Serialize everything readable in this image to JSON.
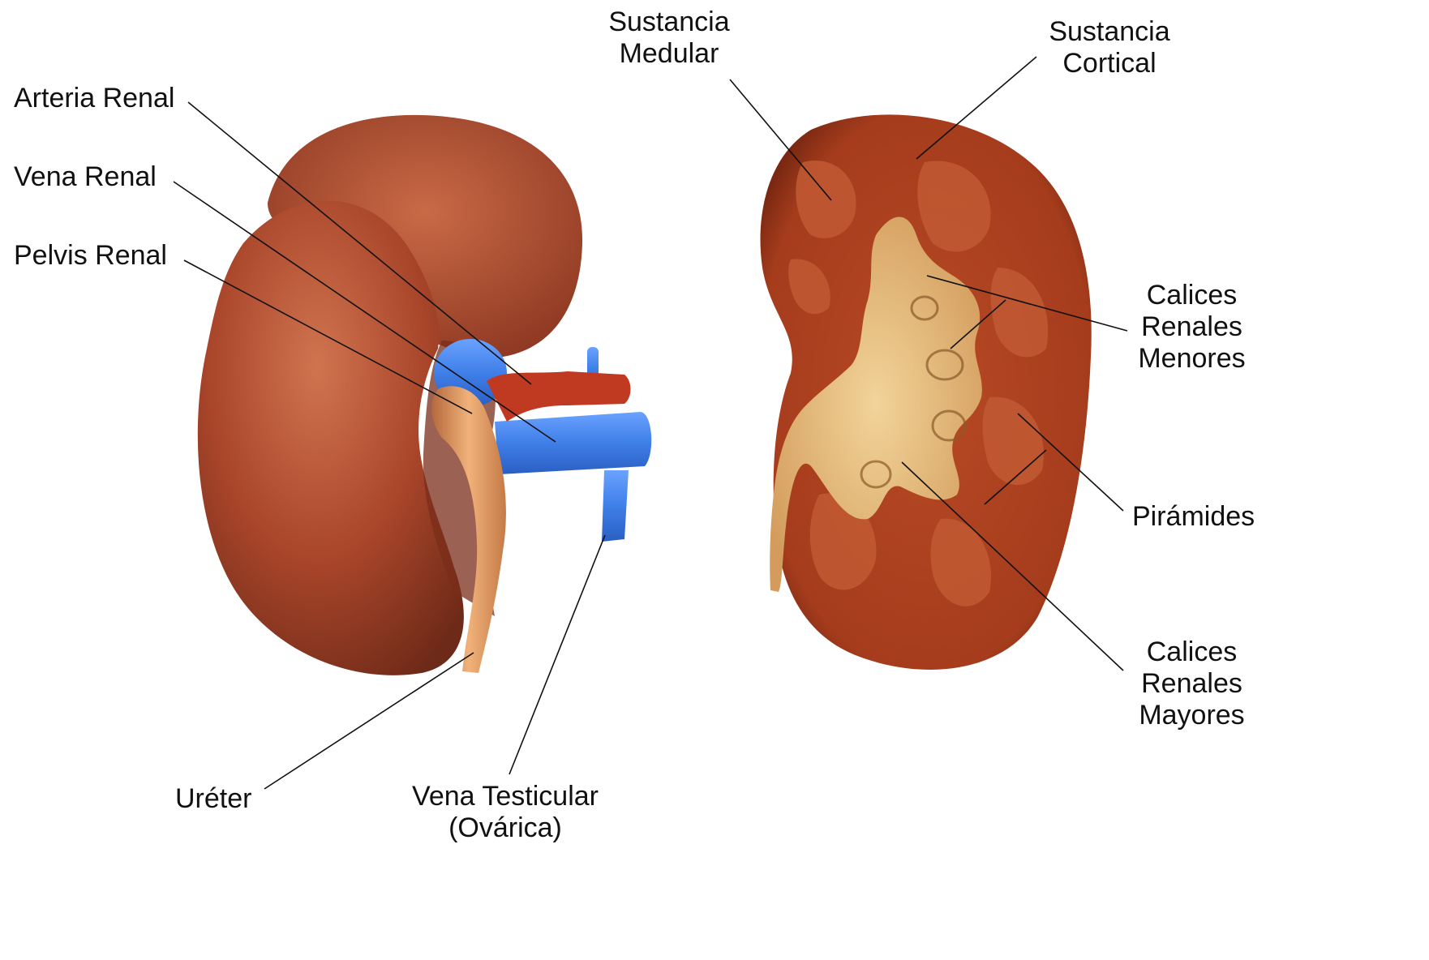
{
  "labels": {
    "arteria_renal": "Arteria Renal",
    "vena_renal": "Vena Renal",
    "pelvis_renal": "Pelvis Renal",
    "ureter": "Uréter",
    "vena_testicular": [
      "Vena Testicular",
      "(Ovárica)"
    ],
    "sustancia_medular": [
      "Sustancia",
      "Medular"
    ],
    "sustancia_cortical": [
      "Sustancia",
      "Cortical"
    ],
    "calices_menores": [
      "Calices",
      "Renales",
      "Menores"
    ],
    "piramides": "Pirámides",
    "calices_mayores": [
      "Calices",
      "Renales",
      "Mayores"
    ]
  },
  "colors": {
    "kidney_surface": "#a8452a",
    "kidney_shadow": "#6e2a18",
    "kidney_highlight": "#d0744f",
    "vein": "#3f7fe8",
    "artery": "#c03a22",
    "ureter": "#e2a06a",
    "cortex": "#b0411f",
    "pyramid": "#c15a34",
    "pelvis_inner": "#e6bc7e",
    "leader_line": "#111111"
  }
}
